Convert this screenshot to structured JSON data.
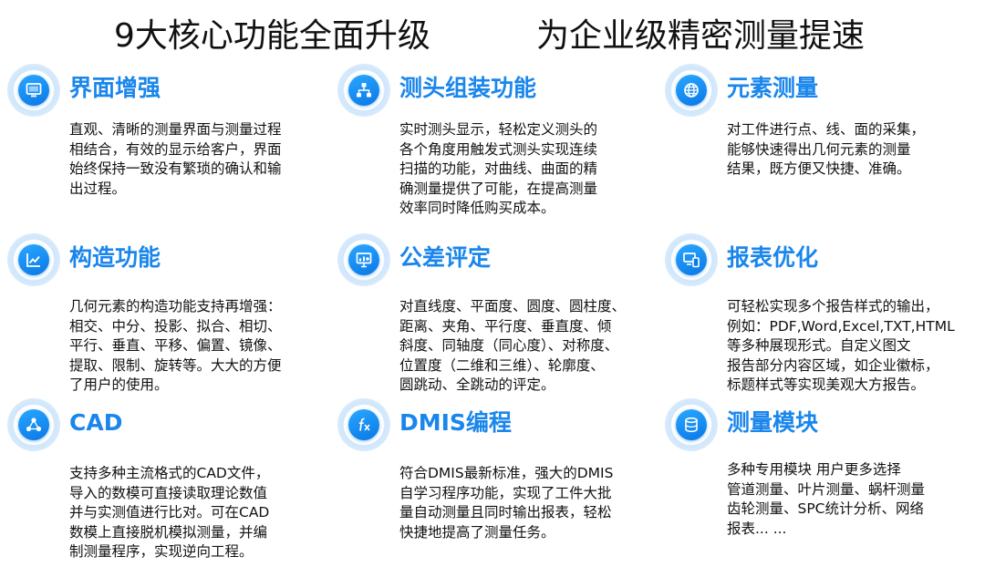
{
  "headline": {
    "left": "9大核心功能全面升级",
    "right": "为企业级精密测量提速"
  },
  "colors": {
    "accent": "#1a86ec",
    "icon_blue": "#0a78e6",
    "text": "#111111"
  },
  "features": [
    {
      "title": "界面增强",
      "icon": "display-icon",
      "lines": [
        "直观、清晰的测量界面与测量过程",
        "相结合，有效的显示给客户，界面",
        "始终保持一致没有繁琐的确认和输",
        "出过程。"
      ]
    },
    {
      "title": "测头组装功能",
      "icon": "hierarchy-icon",
      "lines": [
        "实时测头显示，轻松定义测头的",
        "各个角度用触发式测头实现连续",
        "扫描的功能，对曲线、曲面的精",
        "确测量提供了可能，在提高测量",
        "效率同时降低购买成本。"
      ]
    },
    {
      "title": "元素测量",
      "icon": "globe-icon",
      "lines": [
        "对工件进行点、线、面的采集，",
        "能够快速得出几何元素的测量",
        "结果，既方便又快捷、准确。"
      ]
    },
    {
      "title": "构造功能",
      "icon": "trend-chart-icon",
      "lines": [
        "几何元素的构造功能支持再增强：",
        "相交、中分、投影、拟合、相切、",
        "平行、垂直、平移、偏置、镜像、",
        "提取、限制、旋转等。大大的方便",
        "了用户的使用。"
      ]
    },
    {
      "title": "公差评定",
      "icon": "presentation-icon",
      "lines": [
        "对直线度、平面度、圆度、圆柱度、",
        "距离、夹角、平行度、垂直度、倾",
        "斜度、同轴度（同心度）、对称度、",
        "位置度（二维和三维）、轮廓度、",
        "圆跳动、全跳动的评定。"
      ]
    },
    {
      "title": "报表优化",
      "icon": "devices-icon",
      "lines": [
        "可轻松实现多个报告样式的输出，",
        "例如：PDF,Word,Excel,TXT,HTML",
        "等多种展现形式。自定义图文",
        "报告部分内容区域，如企业徽标，",
        "标题样式等实现美观大方报告。"
      ]
    },
    {
      "title": "CAD",
      "icon": "network-icon",
      "lines": [
        "支持多种主流格式的CAD文件，",
        "导入的数模可直接读取理论数值",
        "并与实测值进行比对。可在CAD",
        "数模上直接脱机模拟测量，并编",
        "制测量程序，实现逆向工程。"
      ]
    },
    {
      "title": "DMIS编程",
      "icon": "function-icon",
      "lines": [
        "符合DMIS最新标准，强大的DMIS",
        "自学习程序功能，实现了工件大批",
        "量自动测量且同时输出报表，轻松",
        "快捷地提高了测量任务。"
      ]
    },
    {
      "title": "测量模块",
      "icon": "database-icon",
      "lines": [
        "多种专用模块 用户更多选择",
        "管道测量、叶片测量、蜗杆测量",
        "齿轮测量、SPC统计分析、网络",
        "报表... ..."
      ]
    }
  ]
}
